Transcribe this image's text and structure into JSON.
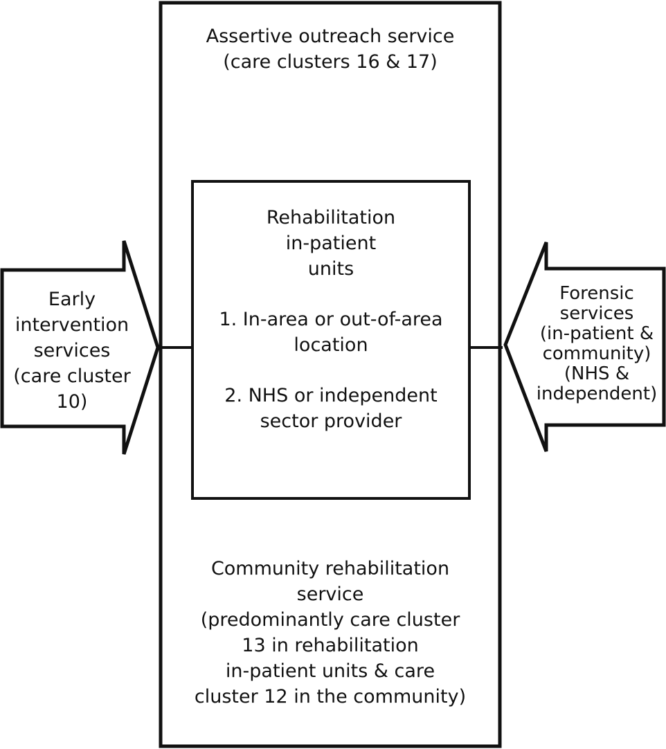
{
  "diagram": {
    "outer_box": {
      "top_text": [
        "Assertive outreach service",
        "(care clusters 16 & 17)"
      ],
      "bottom_text": [
        "Community rehabilitation",
        "service",
        "(predominantly care cluster",
        "13 in rehabilitation",
        "in-patient units & care",
        "cluster 12 in the community)"
      ]
    },
    "inner_box": {
      "title": [
        "Rehabilitation",
        "in-patient",
        "units"
      ],
      "item1": [
        "1. In-area or out-of-area",
        "location"
      ],
      "item2": [
        "2. NHS or independent",
        "sector provider"
      ]
    },
    "left_arrow": {
      "text": [
        "Early",
        "intervention",
        "services",
        "(care cluster",
        "10)"
      ],
      "direction": "right"
    },
    "right_arrow": {
      "text": [
        "Forensic",
        "services",
        "(in-patient &",
        "community)",
        "(NHS &",
        "independent)"
      ],
      "direction": "left"
    },
    "colors": {
      "stroke": "#111111",
      "background": "#ffffff"
    }
  }
}
